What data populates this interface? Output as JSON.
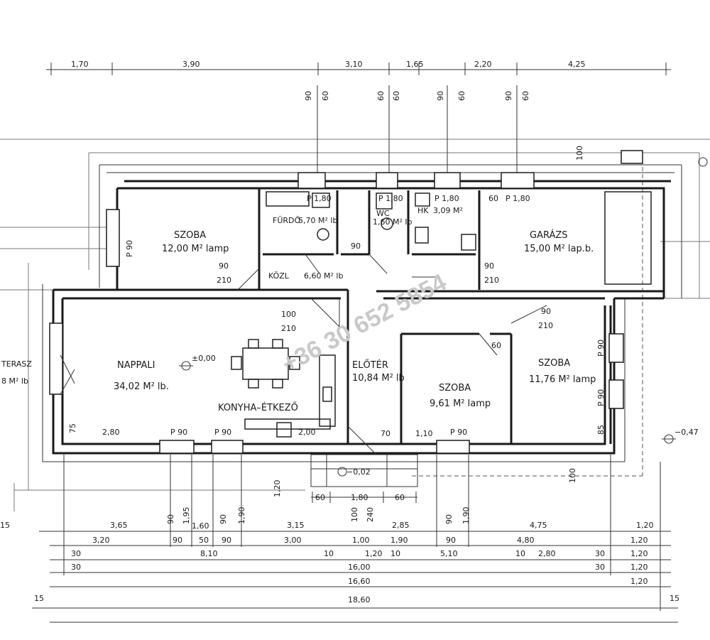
{
  "watermark": "+36 30 652 5854",
  "rooms": {
    "szoba_nw": {
      "name": "SZOBA",
      "area": "12,00 M² lamp"
    },
    "furdo": {
      "name": "FÜRDŐ",
      "area": "5,70 M² lb"
    },
    "wc": {
      "name": "WC",
      "area": "1,60 M² lb"
    },
    "hk": {
      "name": "HK",
      "area": "3,09 M²"
    },
    "garazs": {
      "name": "GARÁZS",
      "area": "15,00 M² lap.b."
    },
    "kozl": {
      "name": "KÖZL",
      "area": "6,60 M² lb"
    },
    "nappali": {
      "name": "NAPPALI",
      "area": "34,02 M² lb."
    },
    "konyha": {
      "name": "KONYHA–ÉTKEZŐ"
    },
    "eloter": {
      "name": "ELŐTÉR",
      "area": "10,84 M² lb"
    },
    "szoba_mid": {
      "name": "SZOBA",
      "area": "9,61 M² lamp"
    },
    "szoba_e": {
      "name": "SZOBA",
      "area": "11,76 M² lamp"
    },
    "terasz": {
      "name": "TERASZ",
      "area": "8 M² lb"
    }
  },
  "levels": {
    "living": "±0,00",
    "entry": "−0,02",
    "outside": "−0,47"
  },
  "top_dims": [
    "1,70",
    "3,90",
    "3,10",
    "1,65",
    "2,20",
    "4,25"
  ],
  "bottom_dims": {
    "row1": [
      "3,65",
      "3,15",
      "2,85",
      "4,75",
      "1,20"
    ],
    "row2": [
      "3,20",
      "90",
      "1,60",
      "90",
      "3,00",
      "1,00",
      "1,90",
      "90",
      "4,80",
      "1,20"
    ],
    "row3": [
      "30",
      "50",
      "8,10",
      "10",
      "1,20",
      "10",
      "5,10",
      "10",
      "2,80",
      "30",
      "1,20"
    ],
    "row4": [
      "30",
      "16,00",
      "30",
      "1,20"
    ],
    "row5": [
      "16,60",
      "1,20"
    ],
    "row6": [
      "15",
      "18,60",
      "15"
    ]
  },
  "openings": {
    "parapet_90": "90",
    "head_60": "60",
    "p90": "P 90",
    "p180": "P 1,80",
    "door_90": "90",
    "door_210": "210",
    "door_100": "100",
    "side_75": "75",
    "side_280": "2,80",
    "side_200": "2,00",
    "side_70": "70",
    "side_110": "1,10",
    "side_85": "85",
    "side_195": "1,95",
    "side_190": "1,90",
    "stair_60a": "60",
    "stair_180": "1,80",
    "stair_60b": "60",
    "dim_100": "100",
    "dim_240": "240",
    "dim_120": "1,20"
  }
}
